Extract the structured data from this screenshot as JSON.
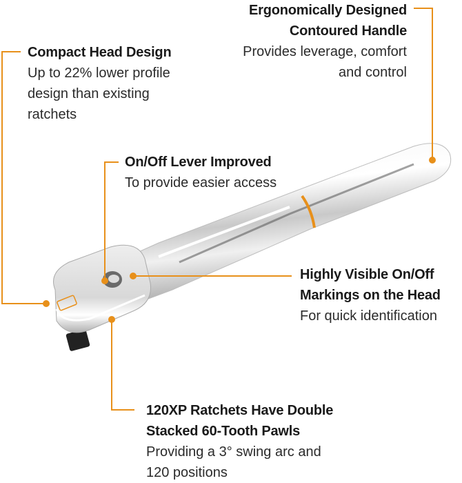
{
  "accent_color": "#E8901A",
  "product": "ratchet",
  "callouts": {
    "ergonomic": {
      "title_lines": [
        "Ergonomically Designed",
        "Contoured Handle"
      ],
      "body_lines": [
        "Provides leverage, comfort",
        "and control"
      ]
    },
    "compact": {
      "title_lines": [
        "Compact Head Design"
      ],
      "body_lines": [
        "Up to 22% lower profile",
        "design than existing",
        "ratchets"
      ]
    },
    "lever": {
      "title_lines": [
        "On/Off Lever Improved"
      ],
      "body_lines": [
        "To provide easier access"
      ]
    },
    "markings": {
      "title_lines": [
        "Highly Visible On/Off",
        "Markings on the Head"
      ],
      "body_lines": [
        "For quick identification"
      ]
    },
    "pawls": {
      "title_lines": [
        "120XP Ratchets Have Double",
        "Stacked 60-Tooth Pawls"
      ],
      "body_lines": [
        "Providing a 3° swing arc and",
        "120 positions"
      ]
    }
  }
}
